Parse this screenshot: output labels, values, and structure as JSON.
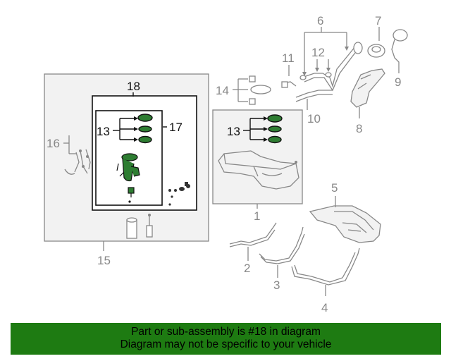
{
  "callouts": {
    "n1": "1",
    "n2": "2",
    "n3": "3",
    "n4": "4",
    "n5": "5",
    "n6": "6",
    "n7": "7",
    "n8": "8",
    "n9": "9",
    "n10": "10",
    "n11": "11",
    "n12": "12",
    "n13a": "13",
    "n13b": "13",
    "n14": "14",
    "n15": "15",
    "n16": "16",
    "n17": "17",
    "n18": "18"
  },
  "highlight_color": "#2e7d32",
  "banner": {
    "line1": "Part or sub-assembly is #18 in diagram",
    "line2": "Diagram may not be specific to your vehicle",
    "background": "#1e7b12"
  }
}
